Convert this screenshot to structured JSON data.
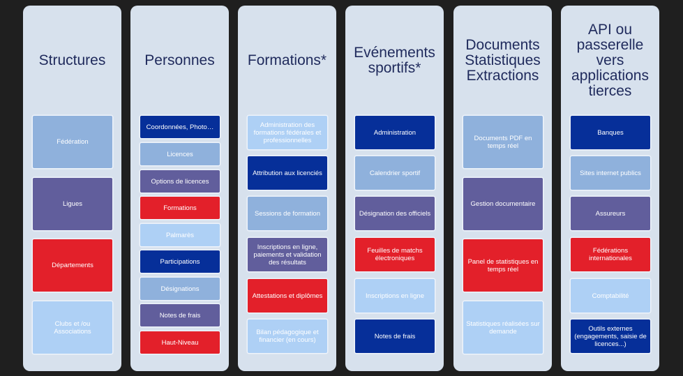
{
  "columns": [
    {
      "title": "Structures",
      "items": [
        {
          "label": "Fédération",
          "color": "#8fb1dc"
        },
        {
          "label": "Ligues",
          "color": "#615e9c"
        },
        {
          "label": "Départements",
          "color": "#e3202a"
        },
        {
          "label": "Clubs et /ou Associations",
          "color": "#aed0f5"
        }
      ]
    },
    {
      "title": "Personnes",
      "items": [
        {
          "label": "Coordonnées, Photo…",
          "color": "#062f99"
        },
        {
          "label": "Licences",
          "color": "#8fb1dc"
        },
        {
          "label": "Options de licences",
          "color": "#615e9c"
        },
        {
          "label": "Formations",
          "color": "#e3202a"
        },
        {
          "label": "Palmarès",
          "color": "#aed0f5"
        },
        {
          "label": "Participations",
          "color": "#062f99"
        },
        {
          "label": "Désignations",
          "color": "#8fb1dc"
        },
        {
          "label": "Notes de frais",
          "color": "#615e9c"
        },
        {
          "label": "Haut-Niveau",
          "color": "#e3202a"
        }
      ]
    },
    {
      "title": "Formations*",
      "items": [
        {
          "label": "Administration des formations fédérales et professionnelles",
          "color": "#aed0f5"
        },
        {
          "label": "Attribution aux licenciés",
          "color": "#062f99"
        },
        {
          "label": "Sessions de formation",
          "color": "#8fb1dc"
        },
        {
          "label": "Inscriptions en ligne, paiements et validation des résultats",
          "color": "#615e9c"
        },
        {
          "label": "Attestations et diplômes",
          "color": "#e3202a"
        },
        {
          "label": "Bilan pédagogique et financier (en cours)",
          "color": "#aed0f5"
        }
      ]
    },
    {
      "title": "Evénements sportifs*",
      "items": [
        {
          "label": "Administration",
          "color": "#062f99"
        },
        {
          "label": "Calendrier sportif",
          "color": "#8fb1dc"
        },
        {
          "label": "Désignation des officiels",
          "color": "#615e9c"
        },
        {
          "label": "Feuilles de matchs électroniques",
          "color": "#e3202a"
        },
        {
          "label": "Inscriptions en ligne",
          "color": "#aed0f5"
        },
        {
          "label": "Notes  de frais",
          "color": "#062f99"
        }
      ]
    },
    {
      "title": "Documents Statistiques Extractions",
      "items": [
        {
          "label": "Documents PDF en temps réel",
          "color": "#8fb1dc"
        },
        {
          "label": "Gestion documentaire",
          "color": "#615e9c"
        },
        {
          "label": "Panel de statistiques en temps réel",
          "color": "#e3202a"
        },
        {
          "label": "Statistiques réalisées sur demande",
          "color": "#aed0f5"
        }
      ]
    },
    {
      "title": "API ou passerelle vers applications tierces",
      "items": [
        {
          "label": "Banques",
          "color": "#062f99"
        },
        {
          "label": "Sites internet publics",
          "color": "#8fb1dc"
        },
        {
          "label": "Assureurs",
          "color": "#615e9c"
        },
        {
          "label": "Fédérations internationales",
          "color": "#e3202a"
        },
        {
          "label": "Comptabilité",
          "color": "#aed0f5"
        },
        {
          "label": "Outils externes (engagements, saisie de licences...)",
          "color": "#062f99"
        }
      ]
    }
  ]
}
